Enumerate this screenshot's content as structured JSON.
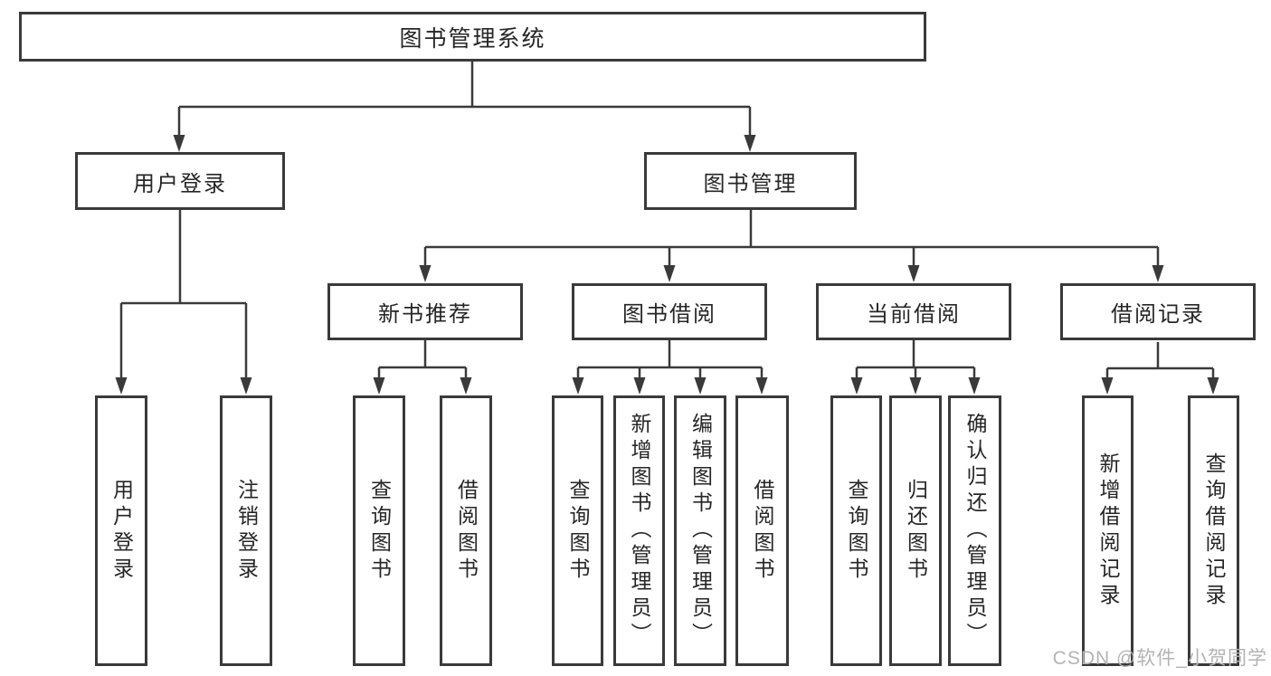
{
  "diagram": {
    "root": {
      "label": "图书管理系统"
    },
    "branches": [
      {
        "label": "用户登录"
      },
      {
        "label": "图书管理"
      }
    ],
    "modules": [
      {
        "label": "新书推荐"
      },
      {
        "label": "图书借阅"
      },
      {
        "label": "当前借阅"
      },
      {
        "label": "借阅记录"
      }
    ],
    "leaves": [
      {
        "label": "用户登录"
      },
      {
        "label": "注销登录"
      },
      {
        "label": "查询图书"
      },
      {
        "label": "借阅图书"
      },
      {
        "label": "查询图书"
      },
      {
        "label": "新增图书（管理员）"
      },
      {
        "label": "编辑图书（管理员）"
      },
      {
        "label": "借阅图书"
      },
      {
        "label": "查询图书"
      },
      {
        "label": "归还图书"
      },
      {
        "label": "确认归还（管理员）"
      },
      {
        "label": "新增借阅记录"
      },
      {
        "label": "查询借阅记录"
      }
    ]
  },
  "watermark": {
    "text": "CSDN @软件_小贺同学"
  },
  "colors": {
    "line": "#3a3a3a",
    "text": "#262626",
    "watermark": "#b3b3b3",
    "background": "#ffffff"
  }
}
